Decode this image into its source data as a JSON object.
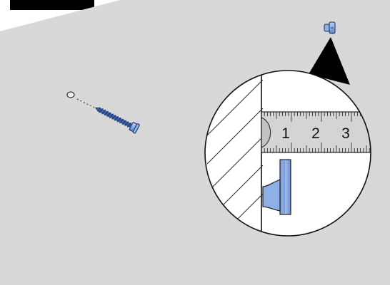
{
  "colors": {
    "wall": "#d8d8d8",
    "page": "#ffffff",
    "ink": "#111111",
    "line": "#222222",
    "metal_blue": "#8fb0e6",
    "metal_blue_dark": "#5a7fc2",
    "tape": "#d4d4d4",
    "magnifier_fill": "#ffffff",
    "label_tab": "#000000"
  },
  "icons": {
    "screw": "screw-icon",
    "screw_head_small": "screw-head-icon",
    "drill_hole": "drill-hole-icon",
    "hook": "wall-hook-icon",
    "tape": "measuring-tape-icon",
    "wall_section": "wall-section-hatch"
  },
  "tape_measure": {
    "numbers": [
      "1",
      "2",
      "3"
    ]
  }
}
